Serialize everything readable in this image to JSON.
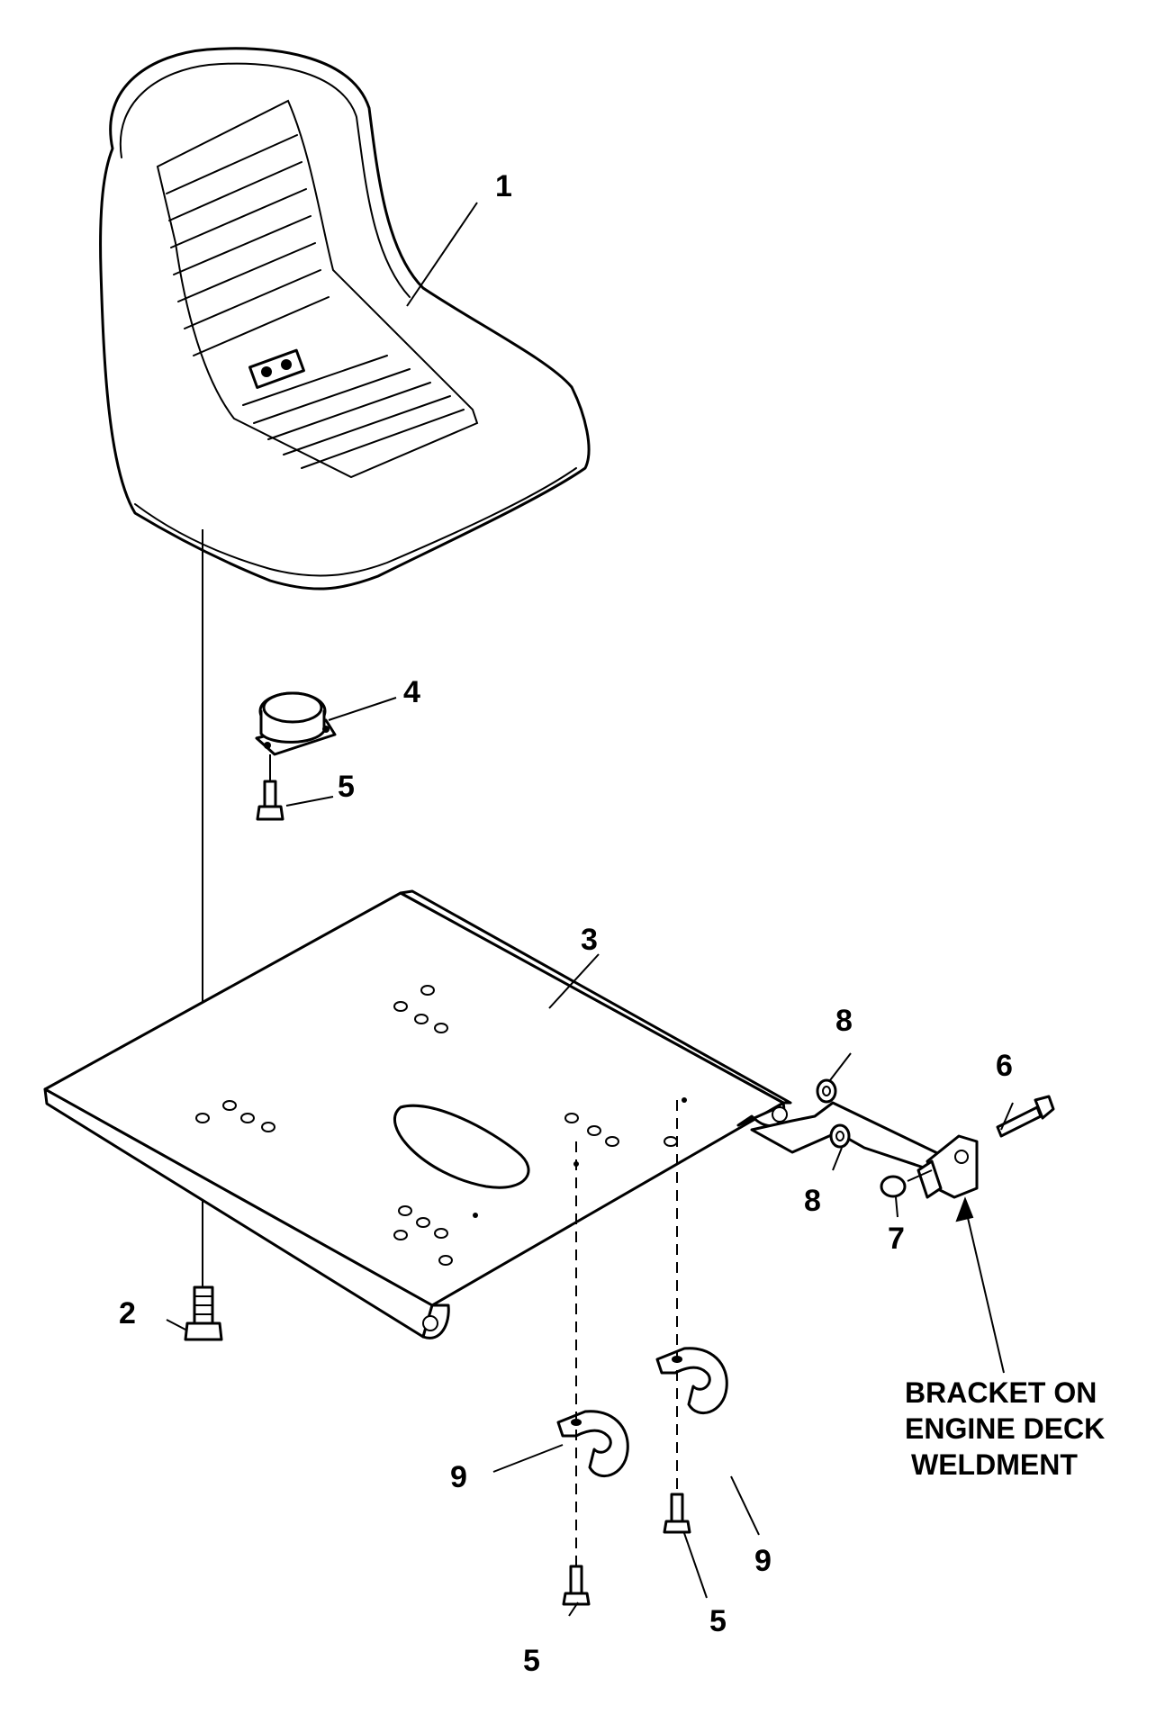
{
  "callouts": {
    "c1": "1",
    "c2": "2",
    "c3": "3",
    "c4": "4",
    "c5a": "5",
    "c5b": "5",
    "c5c": "5",
    "c6": "6",
    "c7": "7",
    "c8a": "8",
    "c8b": "8",
    "c9a": "9",
    "c9b": "9"
  },
  "note": {
    "line1": "BRACKET ON",
    "line2": "ENGINE DECK",
    "line3": "WELDMENT"
  }
}
